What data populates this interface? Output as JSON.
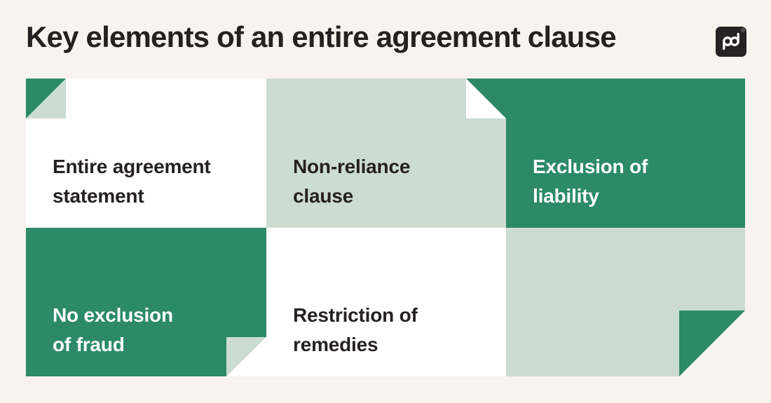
{
  "header": {
    "title": "Key elements of an entire agreement clause",
    "logo": {
      "monogram_icon": "pandadoc-pd-monogram",
      "registered_mark": "®"
    }
  },
  "colors": {
    "background": "#f8f3ee",
    "green": "#2c8a68",
    "mint": "#cddcd3",
    "card_white": "#ffffff",
    "text_dark": "#242120",
    "text_light": "#ffffff",
    "logo_bg": "#262224"
  },
  "grid": {
    "cells": [
      {
        "id": "entire-agreement-statement",
        "line1": "Entire agreement",
        "line2": "statement",
        "style": "white"
      },
      {
        "id": "non-reliance-clause",
        "line1": "Non-reliance",
        "line2": "clause",
        "style": "mint"
      },
      {
        "id": "exclusion-of-liability",
        "line1": "Exclusion of",
        "line2": "liability",
        "style": "green"
      },
      {
        "id": "no-exclusion-of-fraud",
        "line1": "No exclusion",
        "line2": "of fraud",
        "style": "green"
      },
      {
        "id": "restriction-of-remedies",
        "line1": "Restriction of",
        "line2": "remedies",
        "style": "white"
      },
      {
        "id": "empty-cell",
        "line1": "",
        "line2": "",
        "style": "mint"
      }
    ]
  }
}
